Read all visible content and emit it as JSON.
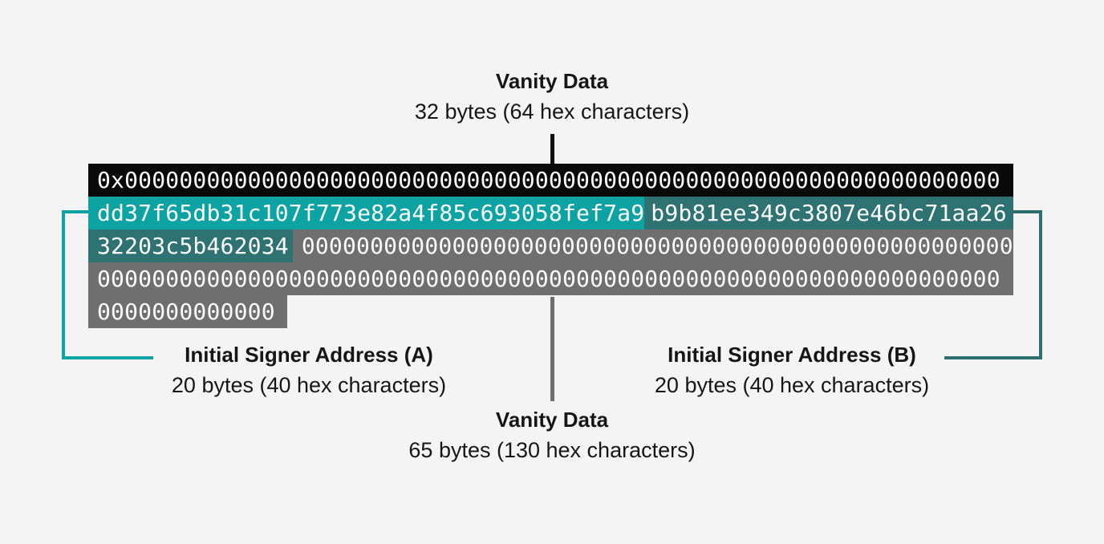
{
  "colors": {
    "background": "#f4f4f4",
    "bar_black": "#0a0a0a",
    "teal_bright": "#0da3a3",
    "teal_dark": "#2e7272",
    "gray": "#6f6f6f",
    "bracket_left": "#0da3a3",
    "bracket_right": "#2c6e6e",
    "connector_top": "#111111",
    "connector_bottom": "#6f6f6f",
    "bar_text": "#fcfcfc",
    "label_text": "#161616"
  },
  "top_label": {
    "title": "Vanity Data",
    "subtitle": "32 bytes (64 hex characters)"
  },
  "bar": {
    "row1": {
      "text": "0x0000000000000000000000000000000000000000000000000000000000000000"
    },
    "row2": {
      "signer_a": "dd37f65db31c107f773e82a4f85c693058fef7a9",
      "signer_b_part1": "b9b81ee349c3807e46bc71aa26"
    },
    "row3": {
      "signer_b_part2": "32203c5b462034",
      "zeros": "0000000000000000000000000000000000000000000000000000"
    },
    "row4": {
      "zeros": "000000000000000000000000000000000000000000000000000000000000000000"
    },
    "row5": {
      "zeros": "0000000000000"
    }
  },
  "label_a": {
    "title": "Initial Signer Address (A)",
    "subtitle": "20 bytes (40 hex characters)"
  },
  "label_b": {
    "title": "Initial Signer Address (B)",
    "subtitle": "20 bytes (40 hex characters)"
  },
  "bottom_label": {
    "title": "Vanity Data",
    "subtitle": "65 bytes (130 hex characters)"
  }
}
